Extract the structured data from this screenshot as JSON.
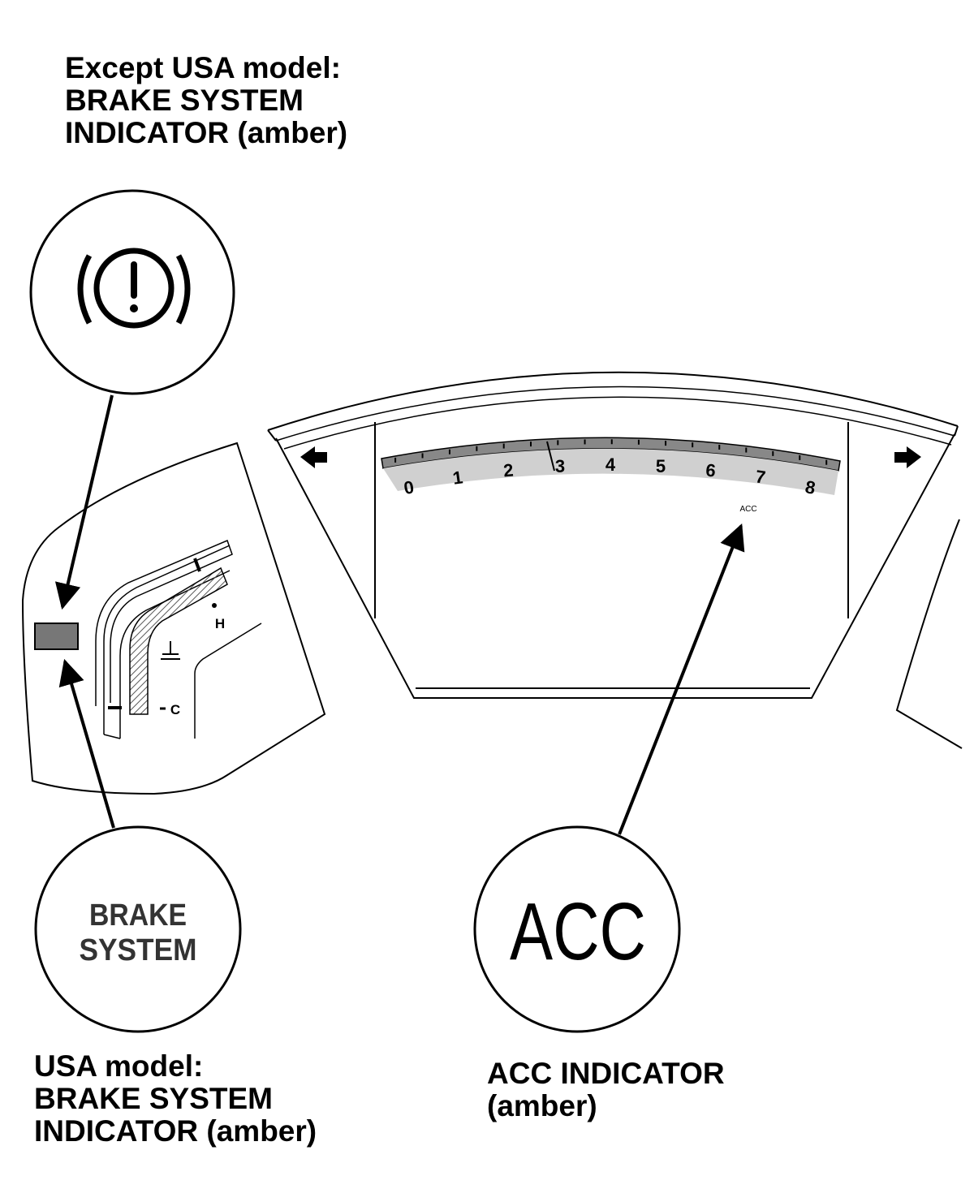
{
  "callouts": {
    "except_usa": {
      "line1": "Except USA model:",
      "line2": "BRAKE SYSTEM",
      "line3": "INDICATOR (amber)",
      "icon": "brake-warning-exclamation-icon"
    },
    "usa": {
      "line1": "USA model:",
      "line2": "BRAKE SYSTEM",
      "line3": "INDICATOR (amber)",
      "icon_text_line1": "BRAKE",
      "icon_text_line2": "SYSTEM"
    },
    "acc": {
      "line1": "ACC INDICATOR",
      "line2": "(amber)",
      "icon_text": "ACC"
    }
  },
  "gauge": {
    "tach_numbers": [
      "0",
      "1",
      "2",
      "3",
      "4",
      "5",
      "6",
      "7",
      "8"
    ],
    "acc_small_label": "ACC",
    "temp_high": "H",
    "temp_cold": "C",
    "left_arrow_icon": "turn-left-arrow-icon",
    "right_arrow_icon": "turn-right-arrow-icon"
  },
  "colors": {
    "indicator_amber_box": "#777777",
    "tach_band": "#c8c8c8",
    "line": "#000000"
  }
}
